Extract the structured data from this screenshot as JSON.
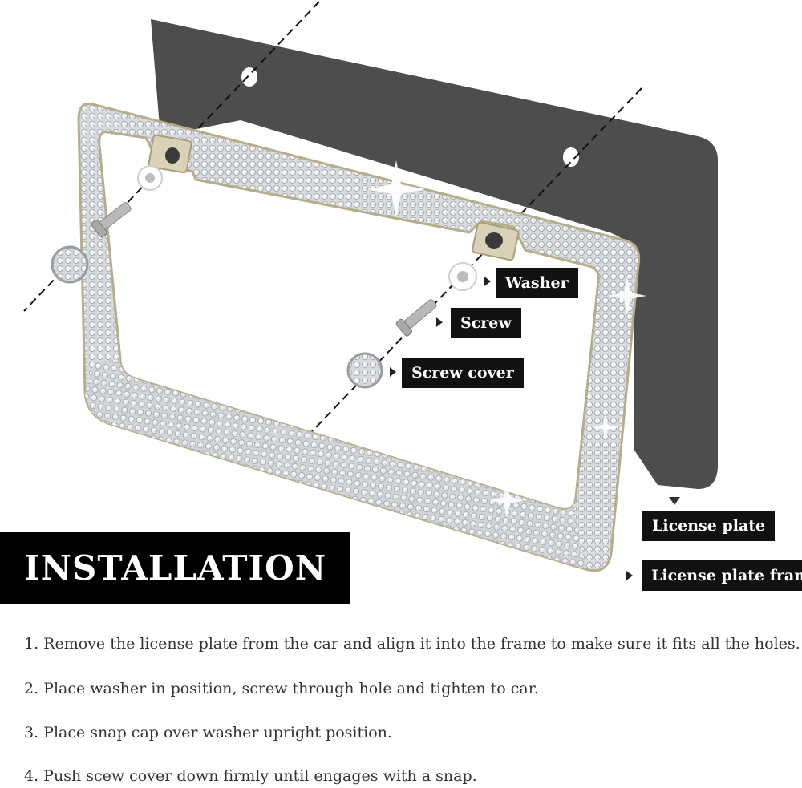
{
  "labels": {
    "washer": "Washer",
    "screw": "Screw",
    "screw_cover": "Screw cover",
    "license_plate": "License plate",
    "license_plate_frame": "License plate frame"
  },
  "banner": "INSTALLATION",
  "steps": [
    "1. Remove the license plate from the car and align it into the frame to make sure it fits all the holes.",
    "2. Place washer in position, screw through hole and tighten to car.",
    "3. Place snap cap over washer upright position.",
    "4. Push scew cover down firmly until engages with a snap."
  ],
  "colors": {
    "plate": "#4a4a4a",
    "frame_metal": "#c8bfa0",
    "rhinestone": "#e9ecef",
    "label_bg": "#111111",
    "banner_bg": "#000000"
  }
}
